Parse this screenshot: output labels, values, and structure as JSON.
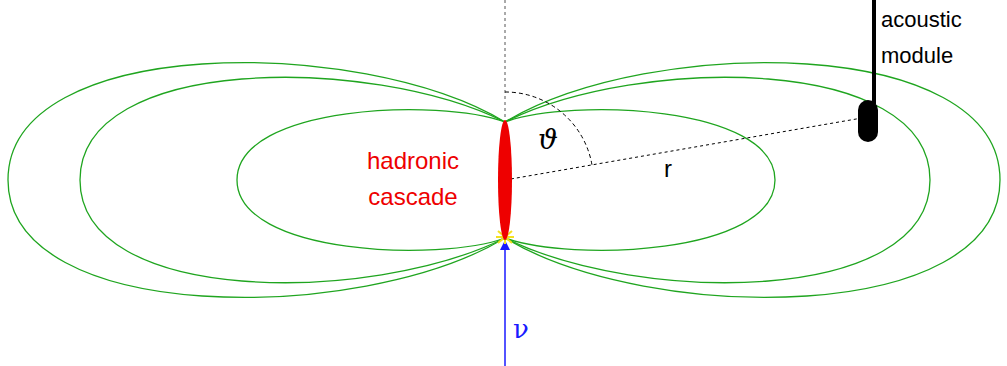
{
  "diagram": {
    "labels": [
      "acoustic module",
      "hadronic cascade",
      "ϑ",
      "r",
      "ν"
    ]
  }
}
